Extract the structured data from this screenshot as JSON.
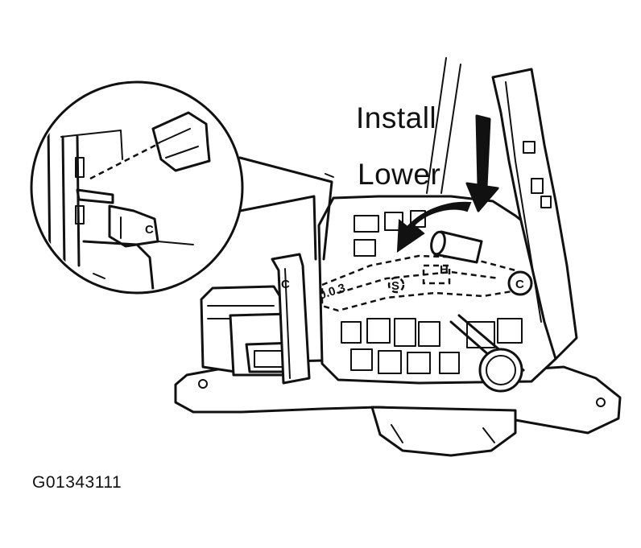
{
  "labels": {
    "install": "Install",
    "lower": "Lower",
    "figure_code": "G01343111"
  },
  "part_marks": {
    "c": "C",
    "h": "H",
    "s": "S",
    "dash_marks": "0.0.3"
  },
  "colors": {
    "ink": "#111111",
    "background": "#ffffff"
  }
}
